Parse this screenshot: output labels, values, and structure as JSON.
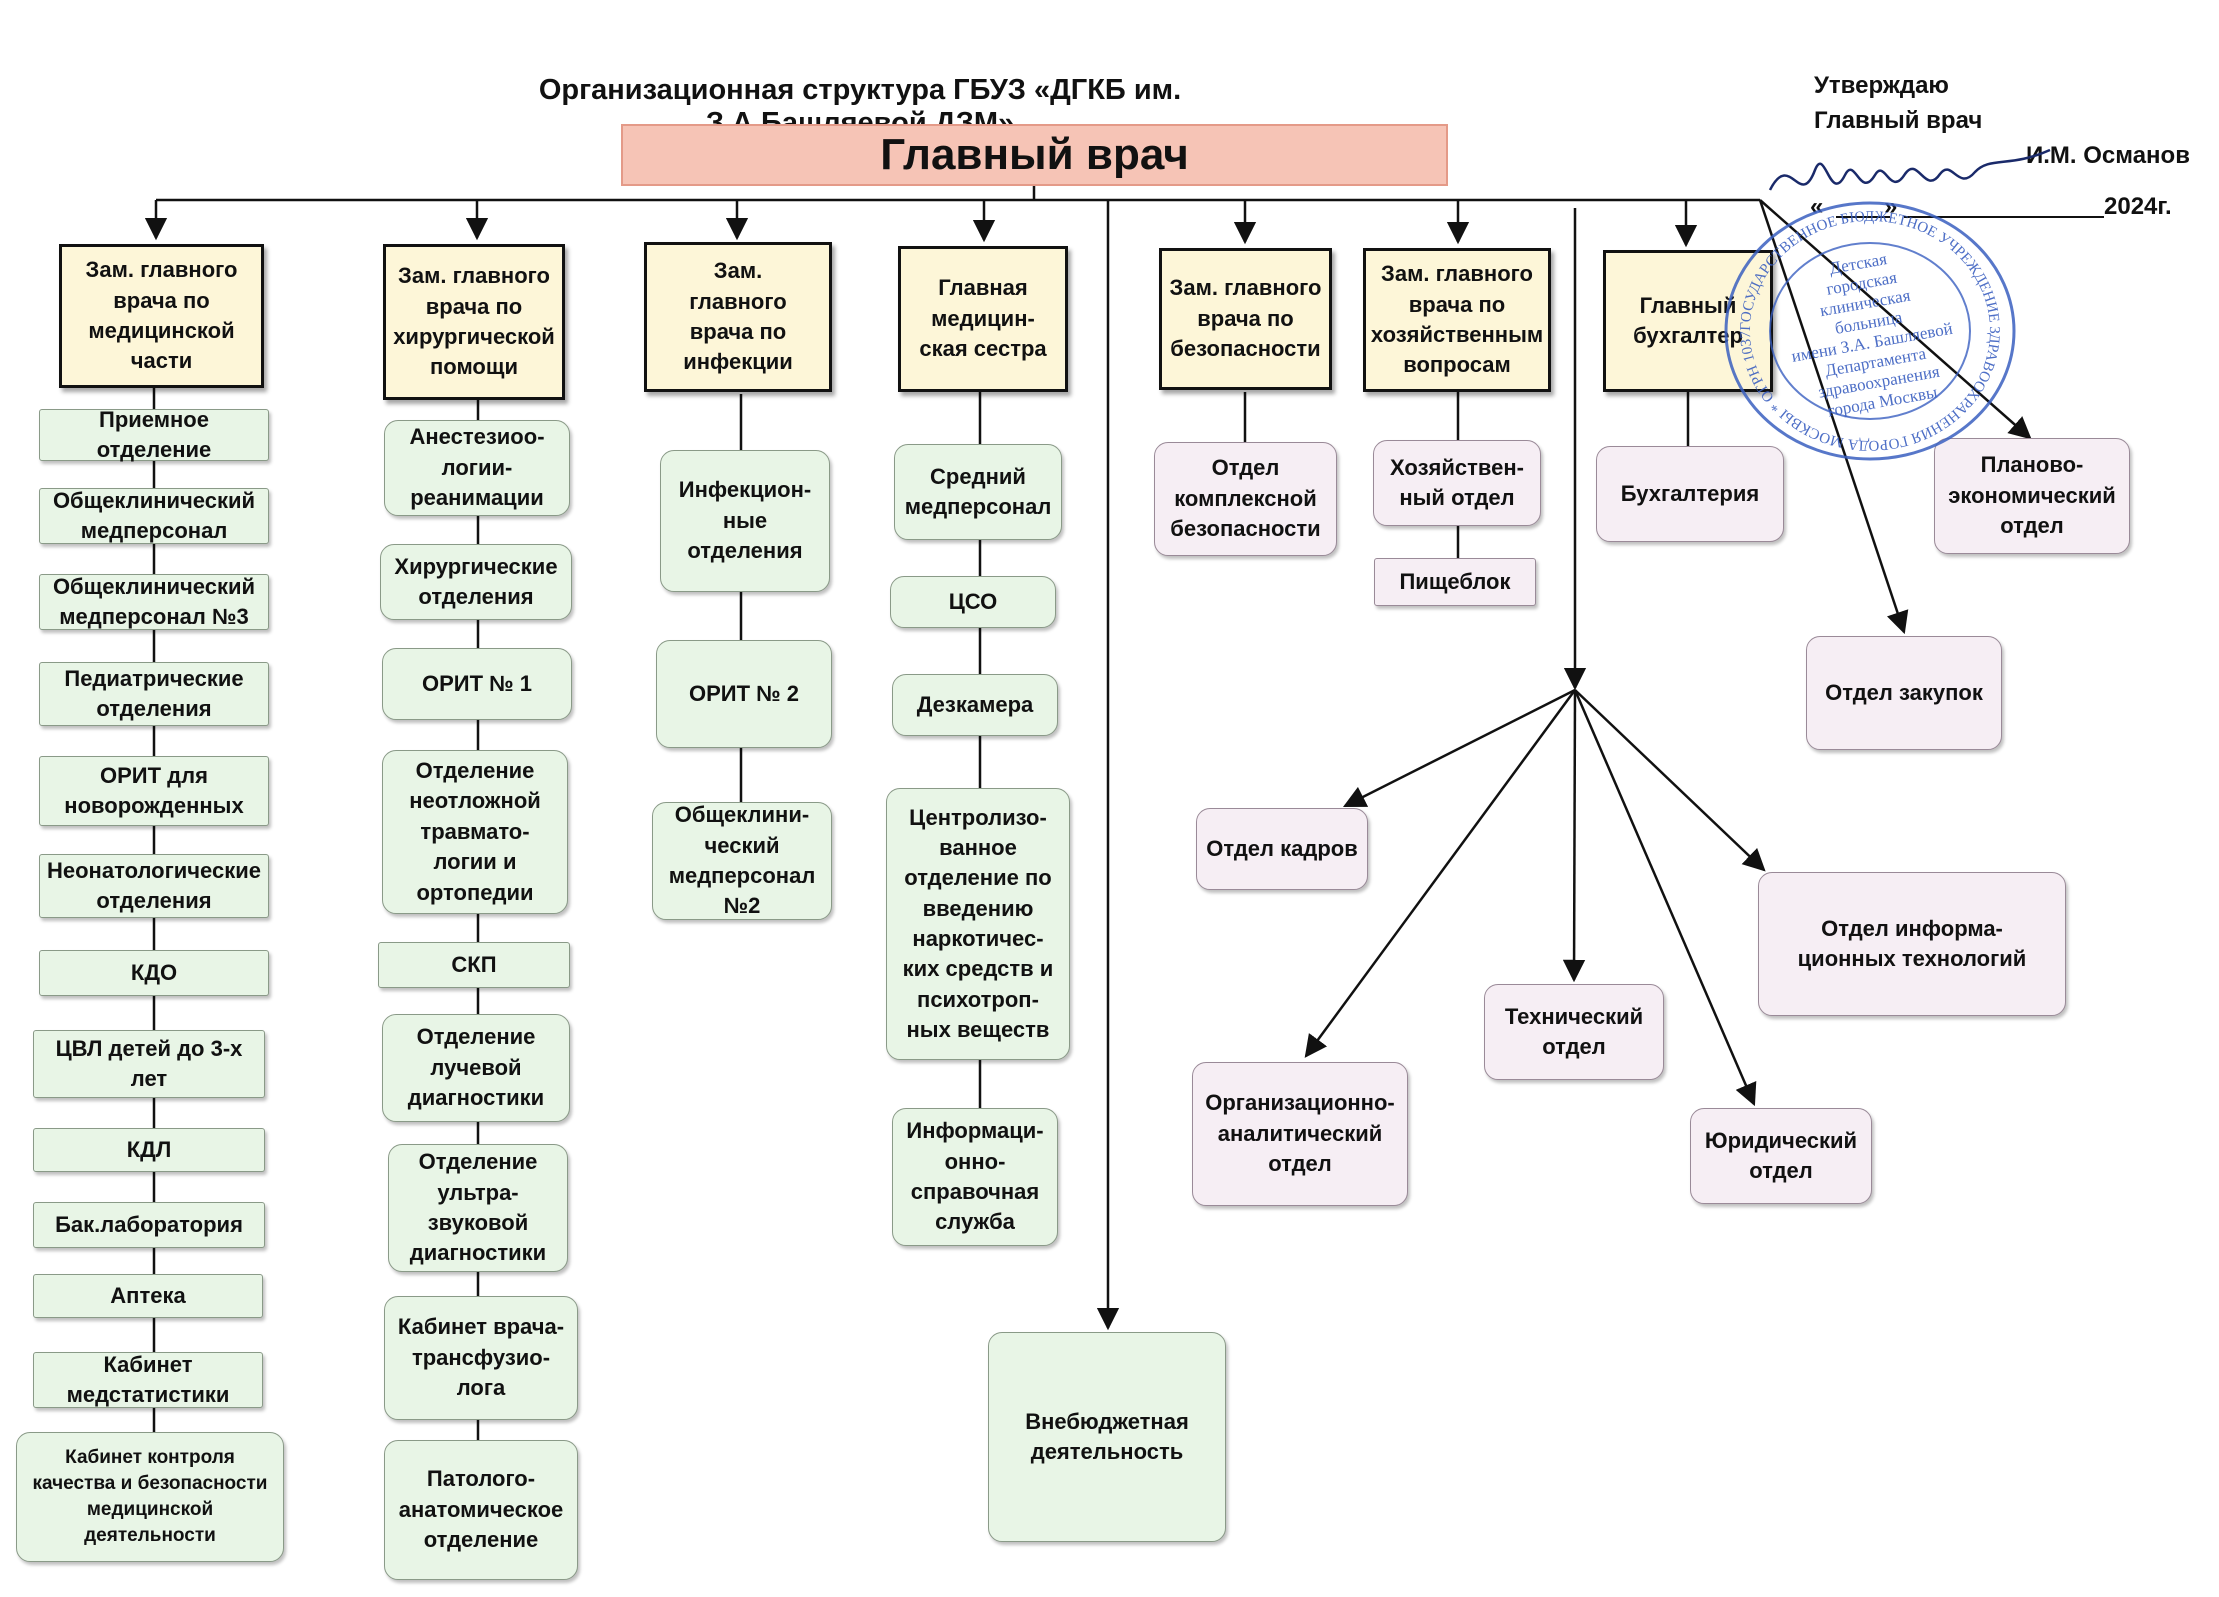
{
  "title": "Организационная структура ГБУЗ «ДГКБ им. З.А.Башляевой ДЗМ»",
  "chief": "Главный врач",
  "approval": {
    "line1": "Утверждаю",
    "line2": "Главный врач",
    "name": "И.М. Османов",
    "date_open": "«",
    "date_close": "»",
    "year": "2024г."
  },
  "stamp": {
    "outer_text": "ГОСУДАРСТВЕННОЕ БЮДЖЕТНОЕ УЧРЕЖДЕНИЕ ЗДРАВООХРАНЕНИЯ ГОРОДА МОСКВЫ * ОГРН 1037739022727 * МОСКВА *",
    "inner_lines": [
      "Детская",
      "городская",
      "клиническая",
      "больница",
      "имени З.А. Башляевой",
      "Департамента",
      "здравоохранения",
      "города Москвы"
    ]
  },
  "deputies": {
    "med": "Зам. главного\nврача по\nмедицинской\nчасти",
    "surg": "Зам. главного\nврача по\nхирургической\nпомощи",
    "infect": "Зам.\nглавного\nврача по\nинфекции",
    "nurse": "Главная\nмедицин-\nская сестра",
    "security": "Зам. главного\nврача по\nбезопасности",
    "economic": "Зам. главного\nврача по\nхозяйственным\nвопросам",
    "accountant": "Главный\nбухгалтер"
  },
  "med_units": [
    "Приемное\nотделение",
    "Общеклинический\nмедперсонал",
    "Общеклинический\nмедперсонал №3",
    "Педиатрические\nотделения",
    "ОРИТ для\nноворожденных",
    "Неонатологические\nотделения",
    "КДО",
    "ЦВЛ детей до 3-х\nлет",
    "КДЛ",
    "Бак.лаборатория",
    "Аптека",
    "Кабинет\nмедстатистики",
    "Кабинет контроля\nкачества и безопасности\nмедицинской\nдеятельности"
  ],
  "surg_units": [
    "Анестезиоо-\nлогии-\nреанимации",
    "Хирургические\nотделения",
    "ОРИТ № 1",
    "Отделение\nнеотложной\nтравмато-\nлогии и\nортопедии",
    "СКП",
    "Отделение\nлучевой\nдиагностики",
    "Отделение\nультра-\nзвуковой\nдиагностики",
    "Кабинет врача-\nтрансфузио-\nлога",
    "Патолого-\nанатомическое\nотделение"
  ],
  "infect_units": [
    "Инфекцион-\nные\nотделения",
    "ОРИТ № 2",
    "Общеклини-\nческий\nмедперсонал\n№2"
  ],
  "nurse_units": [
    "Средний\nмедперсонал",
    "ЦСО",
    "Дезкамера",
    "Центролизо-\nванное\nотделение по\nвведению\nнаркотичес-\nких средств и\nпсихотроп-\nных веществ",
    "Информаци-\nонно-\nсправочная\nслужба"
  ],
  "extrabudget": "Внебюджетная\nдеятельность",
  "security_units": [
    "Отдел\nкомплексной\nбезопасности"
  ],
  "economic_units": [
    "Хозяйствен-\nный отдел",
    "Пищеблок"
  ],
  "accounting_units": [
    "Бухгалтерия"
  ],
  "planning": "Планово-\nэкономический\nотдел",
  "procurement": "Отдел закупок",
  "hub_units": {
    "hr": "Отдел кадров",
    "it": "Отдел информа-\nционных технологий",
    "tech": "Технический\nотдел",
    "org": "Организационно-\nаналитический\nотдел",
    "legal": "Юридический\nотдел"
  },
  "colors": {
    "chief_fill": "#f6c4b6",
    "deputy_fill": "#fdf6d8",
    "unit_green": "#e8f5e6",
    "unit_pink": "#f6eef4",
    "stamp_blue": "#3a5fc0"
  }
}
